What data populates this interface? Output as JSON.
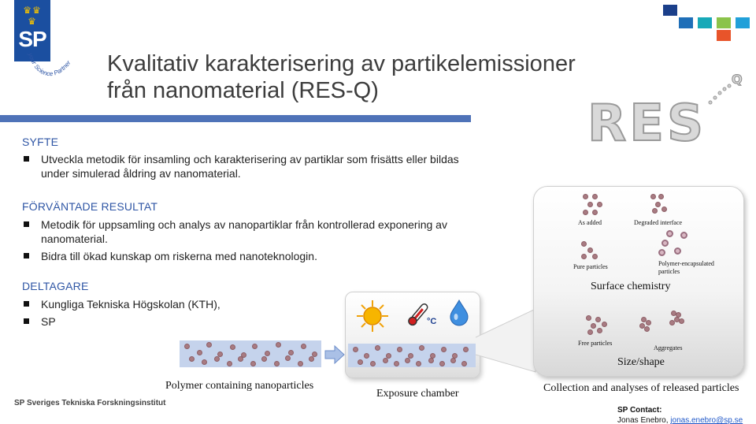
{
  "logo": {
    "abbrev": "SP",
    "tagline": "your Science Partner"
  },
  "title": {
    "line1": "Kvalitativ karakterisering av partikelemissioner",
    "line2": "från nanomaterial (RES-Q)"
  },
  "res_logo": {
    "text": "RES",
    "q": "Q"
  },
  "colors": {
    "accent": "#4f73b8",
    "heading": "#2f56a5",
    "particle": "#a87b82",
    "band": "#c5d3ec"
  },
  "sections": {
    "syfte": {
      "heading": "SYFTE",
      "bullets": [
        "Utveckla metodik för insamling och karakterisering av partiklar som frisätts eller bildas under simulerad åldring av nanomaterial."
      ]
    },
    "resultat": {
      "heading": "FÖRVÄNTADE RESULTAT",
      "bullets": [
        "Metodik för uppsamling och analys av nanopartiklar  från kontrollerad exponering av nanomaterial.",
        "Bidra till ökad kunskap om riskerna med nanoteknologin."
      ]
    },
    "deltagare": {
      "heading": "DELTAGARE",
      "bullets": [
        "Kungliga Tekniska Högskolan (KTH),",
        "SP"
      ]
    }
  },
  "diagram": {
    "polymer_label": "Polymer containing nanoparticles",
    "chamber_label": "Exposure chamber",
    "chamber_icons": [
      "sun-icon",
      "thermometer-icon",
      "water-drop-icon"
    ],
    "thermo_unit": "°C",
    "collection_label": "Collection and analyses of released particles",
    "summary": {
      "as_added": "As added",
      "degraded_interface": "Degraded interface",
      "pure_particles": "Pure particles",
      "polymer_encapsulated": "Polymer-encapsulated particles",
      "surface_chemistry": "Surface chemistry",
      "free_particles": "Free particles",
      "aggregates": "Aggregates",
      "size_shape": "Size/shape"
    }
  },
  "footer": {
    "institute": "SP Sveriges Tekniska Forskningsinstitut",
    "contact_heading": "SP Contact:",
    "contact_name": "Jonas Enebro,",
    "contact_email": "jonas.enebro@sp.se"
  }
}
